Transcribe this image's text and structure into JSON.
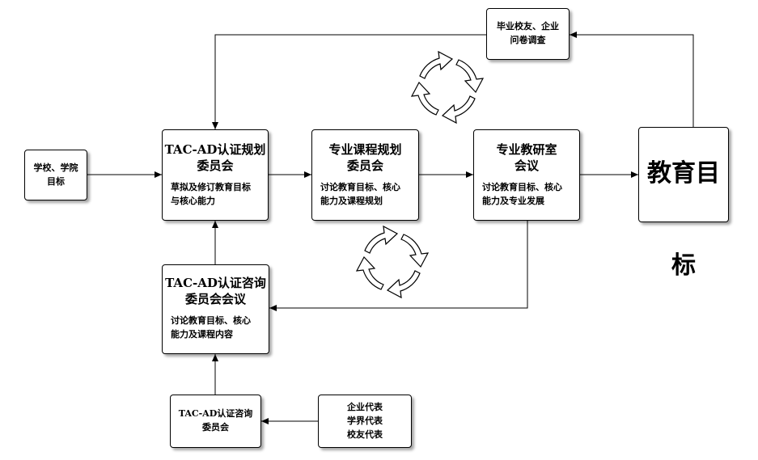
{
  "nodes": {
    "school_goals": {
      "lines": [
        "学校、学院",
        "目标"
      ]
    },
    "tac_planning": {
      "title_lines": [
        "TAC-AD认证规划",
        "委员会"
      ],
      "desc_lines": [
        "草拟及修订教育目标",
        "与核心能力"
      ]
    },
    "curriculum": {
      "title_lines": [
        "专业课程规划",
        "委员会"
      ],
      "desc_lines": [
        "讨论教育目标、核心",
        "能力及课程规划"
      ]
    },
    "teaching_room": {
      "title_lines": [
        "专业教研室",
        "会议"
      ],
      "desc_lines": [
        "讨论教育目标、核心",
        "能力及专业发展"
      ]
    },
    "edu_goal": {
      "text": "教育目标"
    },
    "survey": {
      "lines": [
        "毕业校友、企业",
        "问卷调查"
      ]
    },
    "tac_consult_meeting": {
      "title_lines": [
        "TAC-AD认证咨询",
        "委员会会议"
      ],
      "desc_lines": [
        "讨论教育目标、核心",
        "能力及课程内容"
      ]
    },
    "tac_consult": {
      "lines": [
        "TAC-AD认证咨询",
        "委员会"
      ]
    },
    "representatives": {
      "lines": [
        "企业代表",
        "学界代表",
        "校友代表"
      ]
    }
  },
  "colors": {
    "line": "#000000",
    "cycle_fill": "#ffffff"
  },
  "icons": [
    "cycle-arrows-icon",
    "cycle-arrows-icon"
  ]
}
